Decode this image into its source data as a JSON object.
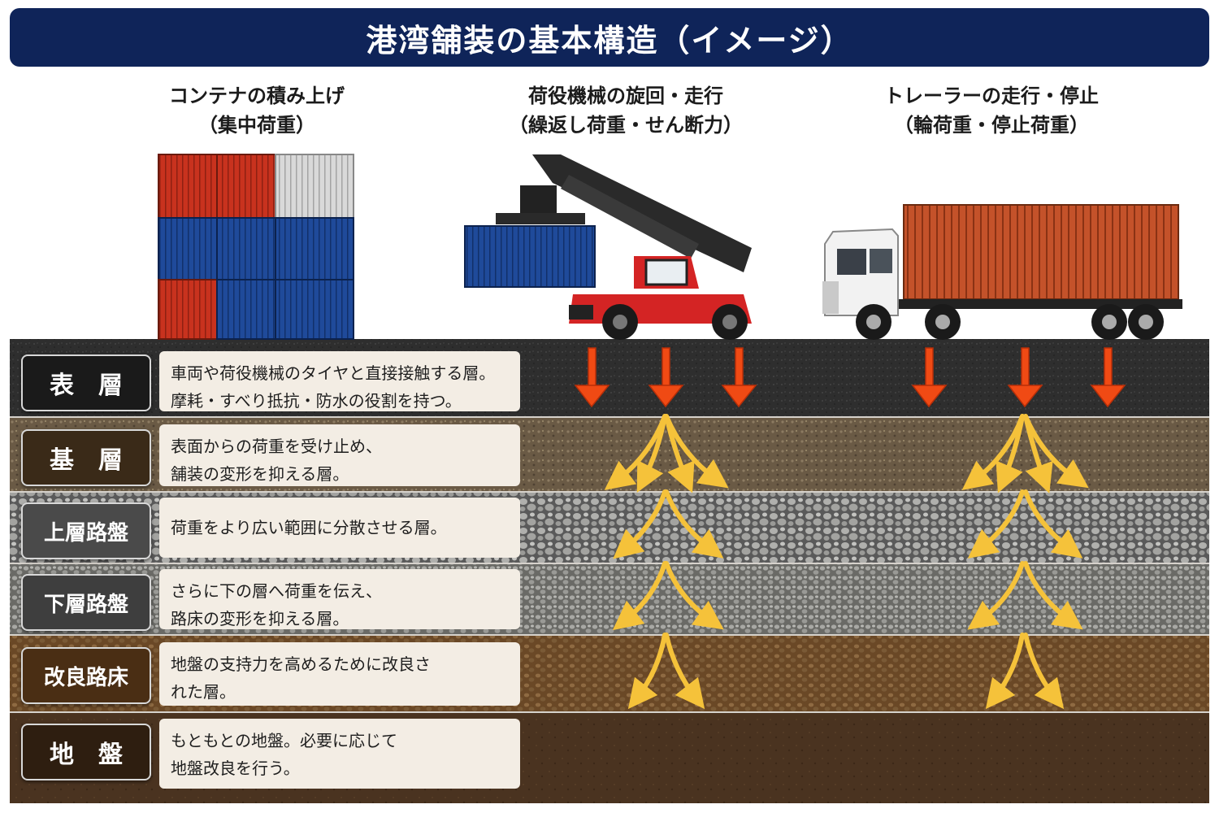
{
  "title": "港湾舗装の基本構造（イメージ）",
  "loads": [
    {
      "line1": "コンテナの積み上げ",
      "line2": "（集中荷重）"
    },
    {
      "line1": "荷役機械の旋回・走行",
      "line2": "（繰返し荷重・せん断力）"
    },
    {
      "line1": "トレーラーの走行・停止",
      "line2": "（輪荷重・停止荷重）"
    }
  ],
  "layers": [
    {
      "name": "表　層",
      "line1": "車両や荷役機械のタイヤと直接接触する層。",
      "line2": "摩耗・すべり抵抗・防水の役割を持つ。",
      "color": "#2b2b2b",
      "label_color": "#1a1a1a"
    },
    {
      "name": "基　層",
      "line1": "表面からの荷重を受け止め、",
      "line2": "舗装の変形を抑える層。",
      "color": "#6e5a40",
      "label_color": "#3a2a18"
    },
    {
      "name": "上層路盤",
      "line1": "荷重をより広い範囲に分散させる層。",
      "line2": "",
      "color": "#8c8c8c",
      "label_color": "#4a4a4a"
    },
    {
      "name": "下層路盤",
      "line1": "さらに下の層へ荷重を伝え、",
      "line2": "路床の変形を抑える層。",
      "color": "#7a7a76",
      "label_color": "#3e3e3e"
    },
    {
      "name": "改良路床",
      "line1": "地盤の支持力を高めるために改良さ",
      "line2": "れた層。",
      "color": "#7a5530",
      "label_color": "#4a2e14"
    },
    {
      "name": "地　盤",
      "line1": "もともとの地盤。必要に応じて",
      "line2": "地盤改良を行う。",
      "color": "#4e3620",
      "label_color": "#2e1e10"
    }
  ],
  "colors": {
    "title_bg": "#0f2459",
    "arrow_down": "#f04a14",
    "arrow_spread": "#f5c23a",
    "container_red": "#c8321e",
    "container_blue": "#1f4a9a",
    "container_white": "#d9d9d9",
    "trailer_container": "#c4522a",
    "reach_stacker": "#d42424"
  }
}
